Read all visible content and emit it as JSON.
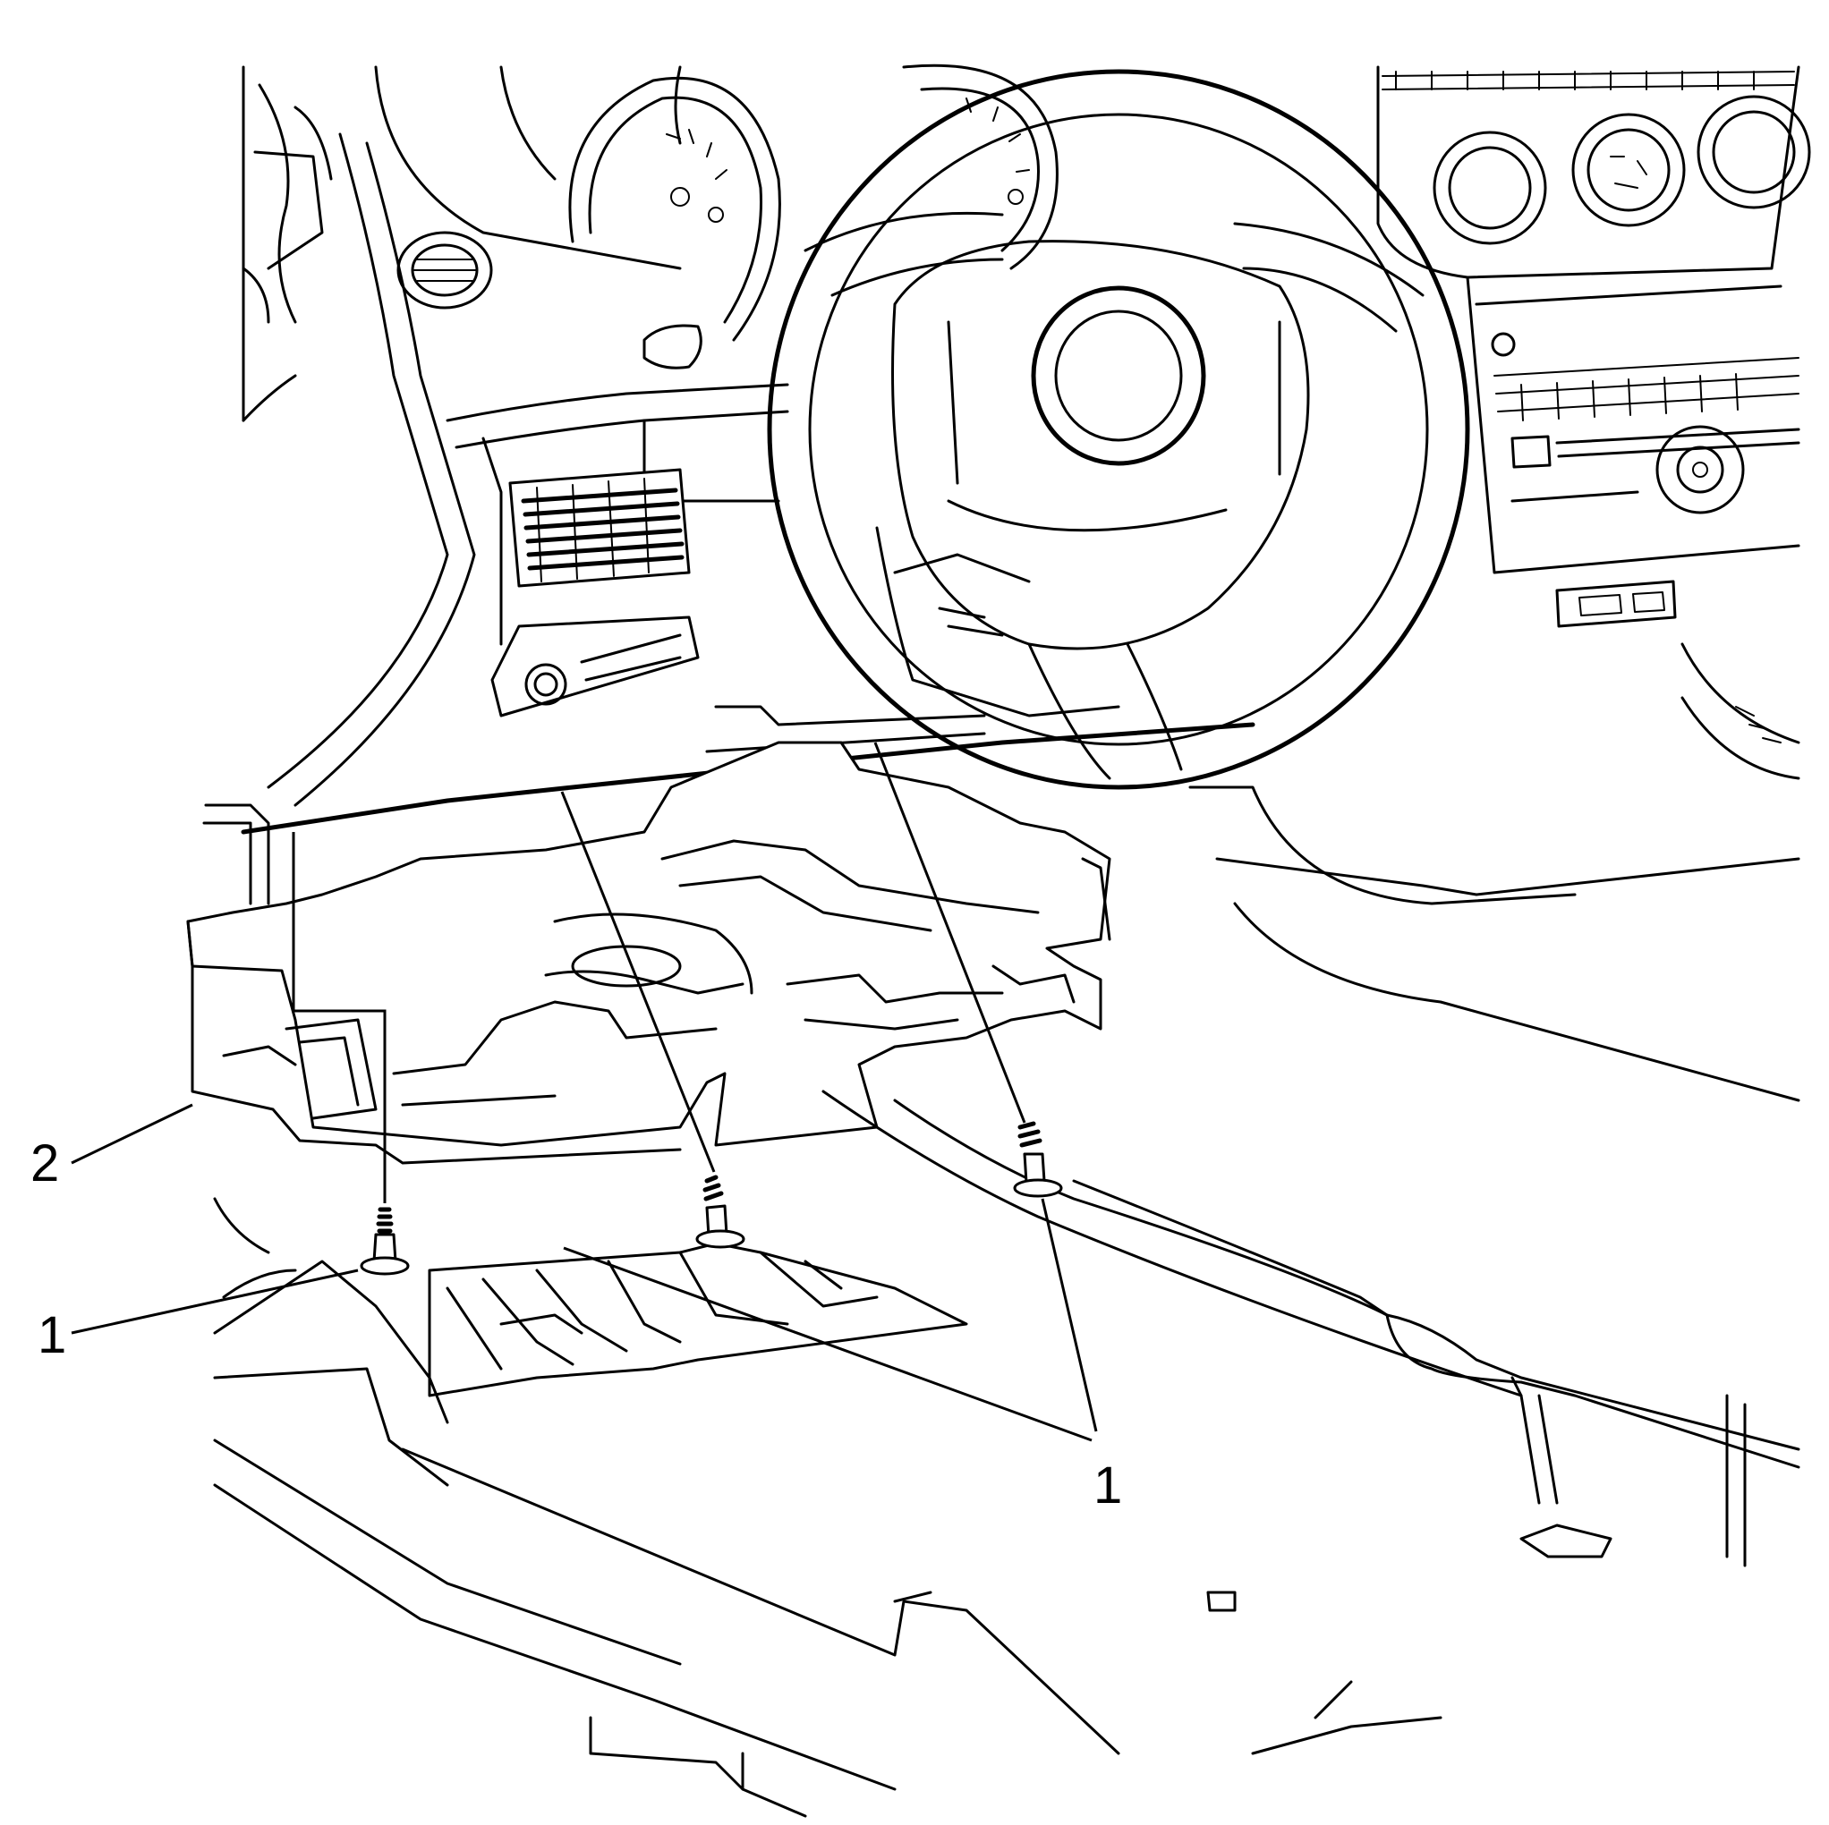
{
  "callouts": {
    "c1a": "1",
    "c1b": "1",
    "c2": "2"
  }
}
